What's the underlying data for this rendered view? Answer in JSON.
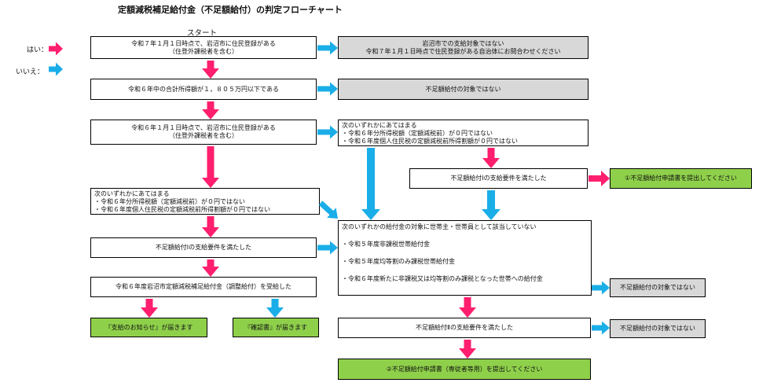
{
  "title": "定額減税補足給付金（不足額給付）の判定フローチャート",
  "start_label": "スタート",
  "legend": {
    "yes": "はい：",
    "no": "いいえ："
  },
  "colors": {
    "yes_arrow": "#ff1f6e",
    "no_arrow": "#1aaee8",
    "box_gray": "#d8d8d8",
    "box_green": "#8fd04b"
  },
  "boxes": {
    "q1": {
      "lines": [
        "令和７年１月１日時点で、岩沼市に住民登録がある",
        "（住登外課税者を含む）"
      ]
    },
    "r1": {
      "lines": [
        "岩沼市での支給対象ではない",
        "令和７年１月１日時点で住民登録がある自治体にお問合わせください"
      ]
    },
    "q2": {
      "lines": [
        "令和６年中の合計所得額が１，８０５万円以下である"
      ]
    },
    "r2": {
      "lines": [
        "不足額給付の対象ではない"
      ]
    },
    "q3": {
      "lines": [
        "令和６年１月１日時点で、岩沼市に住民登録がある",
        "（住登外課税者を含む）"
      ]
    },
    "q4r": {
      "lines": [
        "次のいずれかにあてはまる",
        "・令和６年分所得税額（定額減税前）が０円ではない",
        "・令和６年度個人住民税の定額減税前所得割額が０円ではない"
      ]
    },
    "q5r": {
      "lines": [
        "不足額給付Ⅰの支給要件を満たした"
      ]
    },
    "r5r": {
      "lines": [
        "①不足額給付申請書を提出してください"
      ]
    },
    "q4l": {
      "lines": [
        "次のいずれかにあてはまる",
        "・令和６年分所得税額（定額減税前）が０円ではない",
        "・令和６年度個人住民税の定額減税前所得割額が０円ではない"
      ]
    },
    "q5l": {
      "lines": [
        "不足額給付Ⅰの支給要件を満たした"
      ]
    },
    "q6l": {
      "lines": [
        "令和６年度岩沼市定額減税補足給付金（調整給付）を受給した"
      ]
    },
    "r6y": {
      "lines": [
        "『支給のお知らせ』が届きます"
      ]
    },
    "r6n": {
      "lines": [
        "『確認書』が届きます"
      ]
    },
    "q7": {
      "lines": [
        "次のいずれかの給付金の対象に世帯主・世帯員として該当していない",
        "・令和５年度非課税世帯給付金",
        "・令和５年度均等割のみ課税世帯給付金",
        "・令和６年度新たに非課税又は均等割のみ課税となった世帯への給付金"
      ]
    },
    "r7": {
      "lines": [
        "不足額給付の対象ではない"
      ]
    },
    "q8": {
      "lines": [
        "不足額給付Ⅱの支給要件を満たした"
      ]
    },
    "r8": {
      "lines": [
        "不足額給付の対象ではない"
      ]
    },
    "r9": {
      "lines": [
        "②不足額給付申請書（専従者等用）を提出してください"
      ]
    }
  }
}
